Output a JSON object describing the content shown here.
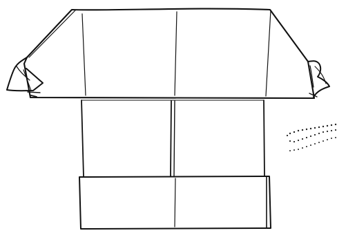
{
  "colors": {
    "background": "#ffffff",
    "ink": "#111111",
    "dots": "#222222"
  },
  "drawing": {
    "parts": [
      "roof-flap",
      "left-tip",
      "right-tip",
      "upper-box",
      "lower-box",
      "arrow-dots"
    ]
  }
}
